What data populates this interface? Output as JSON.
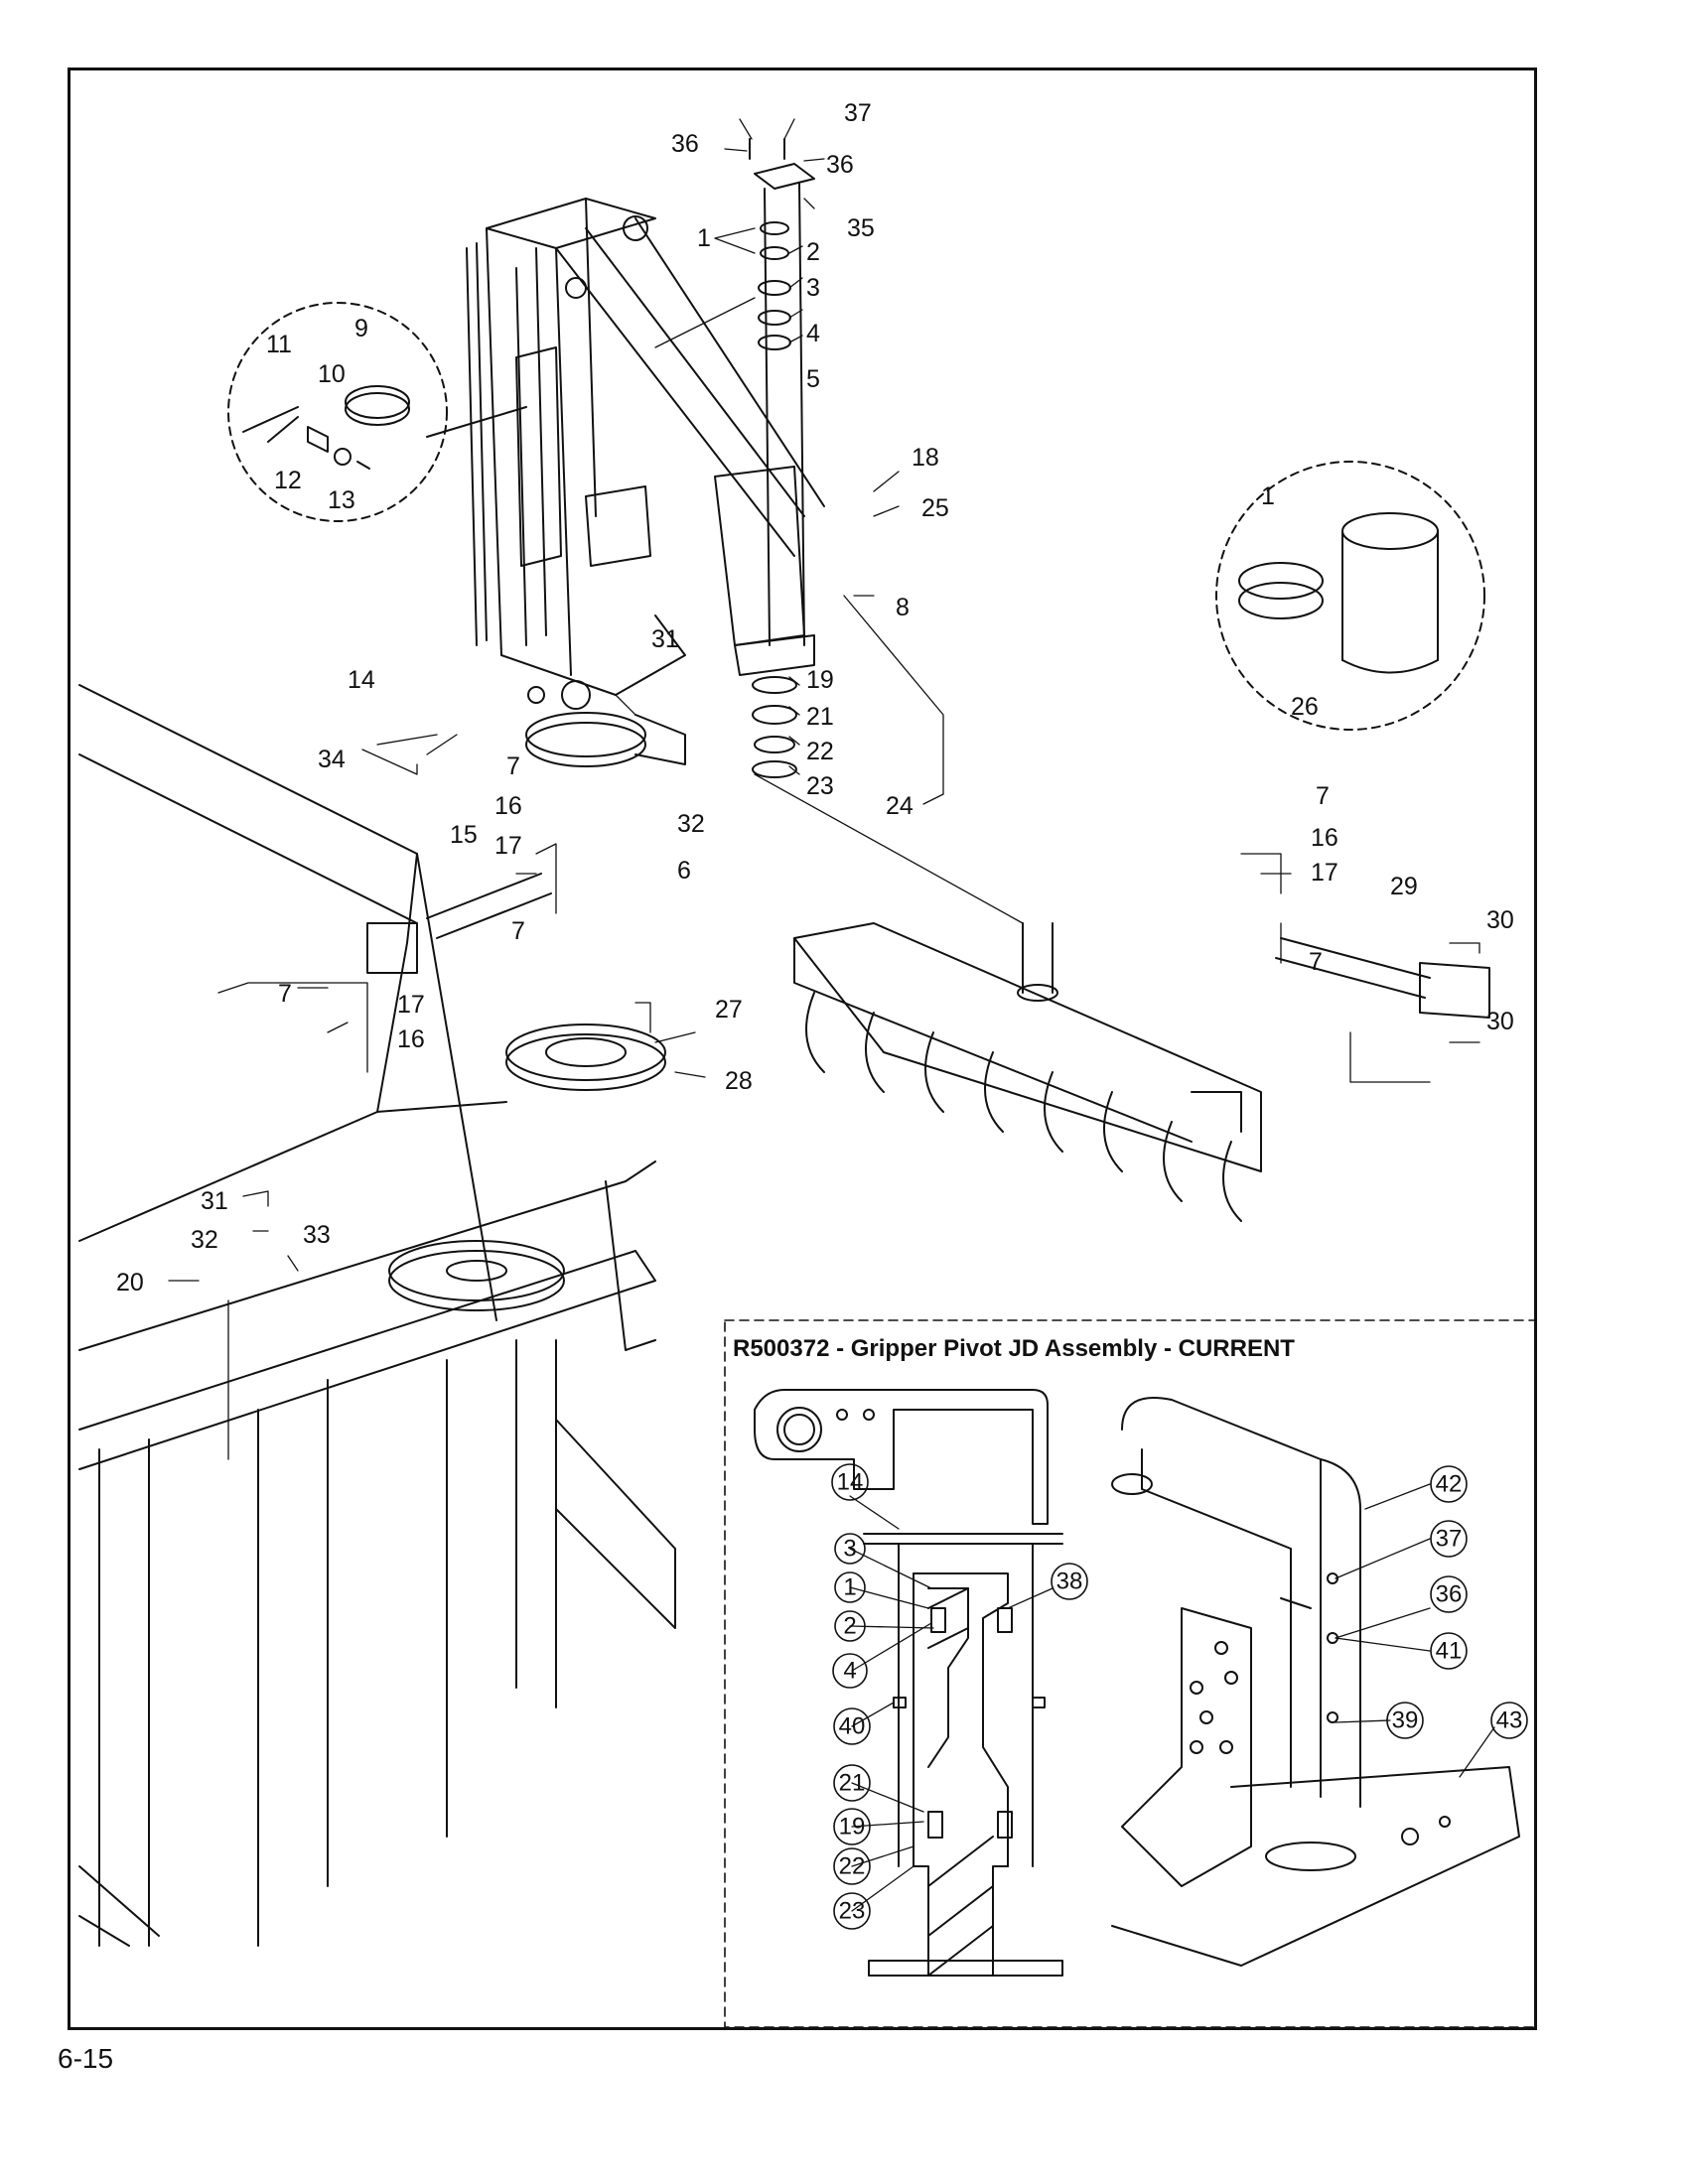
{
  "page": {
    "page_number": "6-15"
  },
  "inset": {
    "title": "R500372 - Gripper Pivot JD Assembly - CURRENT",
    "callouts": [
      "14",
      "3",
      "1",
      "2",
      "4",
      "40",
      "21",
      "19",
      "22",
      "23",
      "38",
      "42",
      "37",
      "36",
      "41",
      "39",
      "43"
    ]
  },
  "main_callouts": [
    "37",
    "36",
    "36",
    "35",
    "1",
    "2",
    "3",
    "4",
    "5",
    "9",
    "11",
    "10",
    "12",
    "13",
    "18",
    "25",
    "8",
    "31",
    "19",
    "21",
    "22",
    "23",
    "24",
    "14",
    "34",
    "7",
    "16",
    "17",
    "32",
    "6",
    "15",
    "7",
    "7",
    "17",
    "16",
    "27",
    "28",
    "1",
    "26",
    "7",
    "16",
    "17",
    "29",
    "30",
    "7",
    "30",
    "31",
    "32",
    "33",
    "20"
  ]
}
